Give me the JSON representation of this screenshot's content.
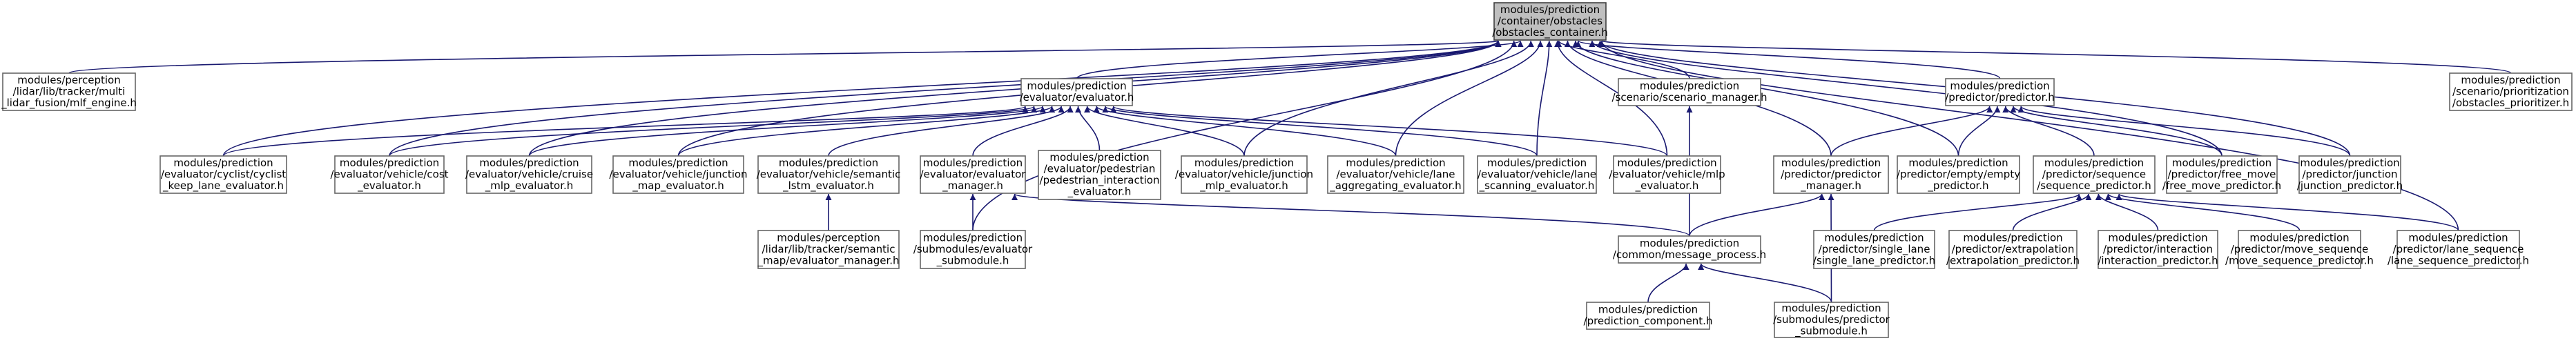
{
  "graph": {
    "root": "container_h",
    "nodes": [
      {
        "id": "container_h",
        "lines": [
          "modules/prediction",
          "/container/obstacles",
          "/obstacles_container.h"
        ],
        "highlight": true
      },
      {
        "id": "mlf_engine",
        "lines": [
          "modules/perception",
          "/lidar/lib/tracker/multi",
          "_lidar_fusion/mlf_engine.h"
        ]
      },
      {
        "id": "evaluator_h",
        "lines": [
          "modules/prediction",
          "/evaluator/evaluator.h"
        ]
      },
      {
        "id": "scenario_manager",
        "lines": [
          "modules/prediction",
          "/scenario/scenario_manager.h"
        ]
      },
      {
        "id": "predictor_h",
        "lines": [
          "modules/prediction",
          "/predictor/predictor.h"
        ]
      },
      {
        "id": "obstacles_prioritizer",
        "lines": [
          "modules/prediction",
          "/scenario/prioritization",
          "/obstacles_prioritizer.h"
        ]
      },
      {
        "id": "cyclist_keep_lane",
        "lines": [
          "modules/prediction",
          "/evaluator/cyclist/cyclist",
          "_keep_lane_evaluator.h"
        ]
      },
      {
        "id": "cost_evaluator",
        "lines": [
          "modules/prediction",
          "/evaluator/vehicle/cost",
          "_evaluator.h"
        ]
      },
      {
        "id": "cruise_mlp",
        "lines": [
          "modules/prediction",
          "/evaluator/vehicle/cruise",
          "_mlp_evaluator.h"
        ]
      },
      {
        "id": "junction_map",
        "lines": [
          "modules/prediction",
          "/evaluator/vehicle/junction",
          "_map_evaluator.h"
        ]
      },
      {
        "id": "semantic_lstm",
        "lines": [
          "modules/prediction",
          "/evaluator/vehicle/semantic",
          "_lstm_evaluator.h"
        ]
      },
      {
        "id": "evaluator_manager",
        "lines": [
          "modules/prediction",
          "/evaluator/evaluator",
          "_manager.h"
        ]
      },
      {
        "id": "pedestrian_interaction",
        "lines": [
          "modules/prediction",
          "/evaluator/pedestrian",
          "/pedestrian_interaction",
          "_evaluator.h"
        ]
      },
      {
        "id": "junction_mlp",
        "lines": [
          "modules/prediction",
          "/evaluator/vehicle/junction",
          "_mlp_evaluator.h"
        ]
      },
      {
        "id": "lane_aggregating",
        "lines": [
          "modules/prediction",
          "/evaluator/vehicle/lane",
          "_aggregating_evaluator.h"
        ]
      },
      {
        "id": "lane_scanning",
        "lines": [
          "modules/prediction",
          "/evaluator/vehicle/lane",
          "_scanning_evaluator.h"
        ]
      },
      {
        "id": "mlp_evaluator",
        "lines": [
          "modules/prediction",
          "/evaluator/vehicle/mlp",
          "_evaluator.h"
        ]
      },
      {
        "id": "predictor_manager",
        "lines": [
          "modules/prediction",
          "/predictor/predictor",
          "_manager.h"
        ]
      },
      {
        "id": "empty_predictor",
        "lines": [
          "modules/prediction",
          "/predictor/empty/empty",
          "_predictor.h"
        ]
      },
      {
        "id": "sequence_predictor",
        "lines": [
          "modules/prediction",
          "/predictor/sequence",
          "/sequence_predictor.h"
        ]
      },
      {
        "id": "free_move",
        "lines": [
          "modules/prediction",
          "/predictor/free_move",
          "/free_move_predictor.h"
        ]
      },
      {
        "id": "junction_predictor",
        "lines": [
          "modules/prediction",
          "/predictor/junction",
          "/junction_predictor.h"
        ]
      },
      {
        "id": "semantic_map_evaluator_manager",
        "lines": [
          "modules/perception",
          "/lidar/lib/tracker/semantic",
          "_map/evaluator_manager.h"
        ]
      },
      {
        "id": "evaluator_submodule",
        "lines": [
          "modules/prediction",
          "/submodules/evaluator",
          "_submodule.h"
        ]
      },
      {
        "id": "message_process",
        "lines": [
          "modules/prediction",
          "/common/message_process.h"
        ]
      },
      {
        "id": "single_lane",
        "lines": [
          "modules/prediction",
          "/predictor/single_lane",
          "/single_lane_predictor.h"
        ]
      },
      {
        "id": "extrapolation",
        "lines": [
          "modules/prediction",
          "/predictor/extrapolation",
          "/extrapolation_predictor.h"
        ]
      },
      {
        "id": "interaction",
        "lines": [
          "modules/prediction",
          "/predictor/interaction",
          "/interaction_predictor.h"
        ]
      },
      {
        "id": "move_sequence",
        "lines": [
          "modules/prediction",
          "/predictor/move_sequence",
          "/move_sequence_predictor.h"
        ]
      },
      {
        "id": "lane_sequence",
        "lines": [
          "modules/prediction",
          "/predictor/lane_sequence",
          "/lane_sequence_predictor.h"
        ]
      },
      {
        "id": "prediction_component",
        "lines": [
          "modules/prediction",
          "/prediction_component.h"
        ]
      },
      {
        "id": "predictor_submodule",
        "lines": [
          "modules/prediction",
          "/submodules/predictor",
          "_submodule.h"
        ]
      }
    ],
    "edges": [
      [
        "mlf_engine",
        "container_h"
      ],
      [
        "evaluator_h",
        "container_h"
      ],
      [
        "scenario_manager",
        "container_h"
      ],
      [
        "predictor_h",
        "container_h"
      ],
      [
        "obstacles_prioritizer",
        "container_h"
      ],
      [
        "cyclist_keep_lane",
        "container_h"
      ],
      [
        "cost_evaluator",
        "container_h"
      ],
      [
        "cruise_mlp",
        "container_h"
      ],
      [
        "junction_map",
        "container_h"
      ],
      [
        "junction_mlp",
        "container_h"
      ],
      [
        "lane_aggregating",
        "container_h"
      ],
      [
        "lane_scanning",
        "container_h"
      ],
      [
        "mlp_evaluator",
        "container_h"
      ],
      [
        "predictor_manager",
        "container_h"
      ],
      [
        "empty_predictor",
        "container_h"
      ],
      [
        "free_move",
        "container_h"
      ],
      [
        "junction_predictor",
        "container_h"
      ],
      [
        "lane_sequence",
        "container_h"
      ],
      [
        "evaluator_submodule",
        "container_h"
      ],
      [
        "cyclist_keep_lane",
        "evaluator_h"
      ],
      [
        "cost_evaluator",
        "evaluator_h"
      ],
      [
        "cruise_mlp",
        "evaluator_h"
      ],
      [
        "junction_map",
        "evaluator_h"
      ],
      [
        "semantic_lstm",
        "evaluator_h"
      ],
      [
        "evaluator_manager",
        "evaluator_h"
      ],
      [
        "pedestrian_interaction",
        "evaluator_h"
      ],
      [
        "junction_mlp",
        "evaluator_h"
      ],
      [
        "lane_aggregating",
        "evaluator_h"
      ],
      [
        "lane_scanning",
        "evaluator_h"
      ],
      [
        "mlp_evaluator",
        "evaluator_h"
      ],
      [
        "message_process",
        "scenario_manager"
      ],
      [
        "predictor_manager",
        "predictor_h"
      ],
      [
        "empty_predictor",
        "predictor_h"
      ],
      [
        "sequence_predictor",
        "predictor_h"
      ],
      [
        "free_move",
        "predictor_h"
      ],
      [
        "junction_predictor",
        "predictor_h"
      ],
      [
        "semantic_map_evaluator_manager",
        "semantic_lstm"
      ],
      [
        "evaluator_submodule",
        "evaluator_manager"
      ],
      [
        "message_process",
        "evaluator_manager"
      ],
      [
        "message_process",
        "predictor_manager"
      ],
      [
        "predictor_submodule",
        "predictor_manager"
      ],
      [
        "single_lane",
        "sequence_predictor"
      ],
      [
        "extrapolation",
        "sequence_predictor"
      ],
      [
        "interaction",
        "sequence_predictor"
      ],
      [
        "move_sequence",
        "sequence_predictor"
      ],
      [
        "lane_sequence",
        "sequence_predictor"
      ],
      [
        "prediction_component",
        "message_process"
      ],
      [
        "predictor_submodule",
        "message_process"
      ]
    ]
  }
}
